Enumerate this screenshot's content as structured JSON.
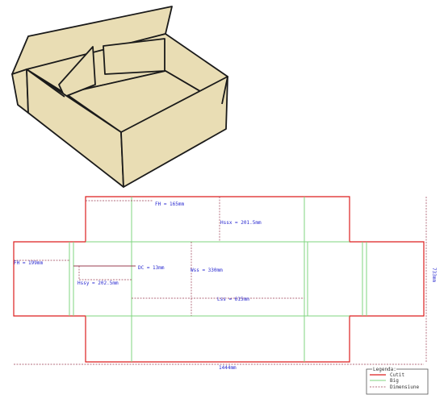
{
  "colors": {
    "cut": "#dd1f1f",
    "fold": "#7fd67f",
    "dimension": "#9a3c52",
    "dim_text": "#2a2ad0",
    "box_fill": "#e9ddb4",
    "box_stroke": "#1a1a1a"
  },
  "dimensions": {
    "fh_top": "FH = 165mm",
    "hssx": "Hssx = 201.5mm",
    "fh_left": "FH = 199mm",
    "dc": "DC = 13mm",
    "hssy": "Hssy = 202.5mm",
    "wss": "Wss = 330mm",
    "lss": "Lss = 615mm",
    "total_width": "1444mm",
    "total_height": "733mm"
  },
  "legend": {
    "title": "Legenda:",
    "cut": "Cutit",
    "fold": "Big",
    "dimension": "Dimensiune"
  }
}
